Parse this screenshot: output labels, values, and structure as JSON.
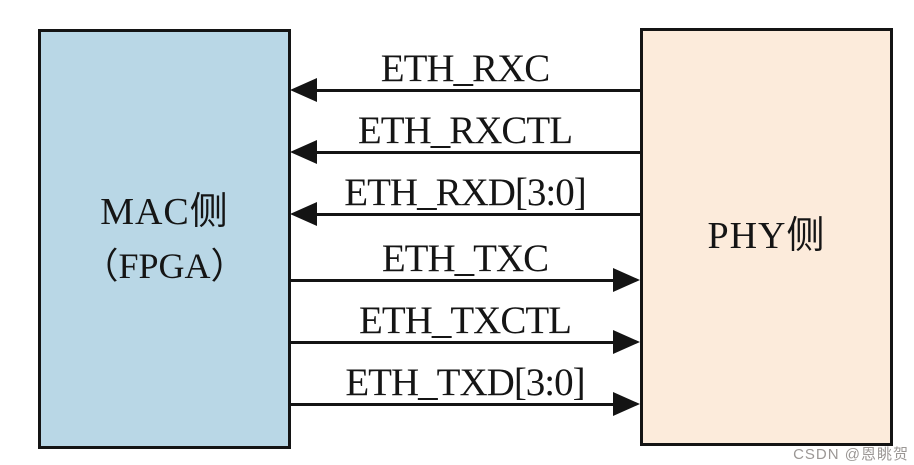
{
  "diagram": {
    "mac_box": {
      "title": "MAC侧",
      "subtitle": "（FPGA）"
    },
    "phy_box": {
      "title": "PHY侧"
    },
    "signals": [
      {
        "label": "ETH_RXC",
        "direction": "phy-to-mac"
      },
      {
        "label": "ETH_RXCTL",
        "direction": "phy-to-mac"
      },
      {
        "label": "ETH_RXD[3:0]",
        "direction": "phy-to-mac"
      },
      {
        "label": "ETH_TXC",
        "direction": "mac-to-phy"
      },
      {
        "label": "ETH_TXCTL",
        "direction": "mac-to-phy"
      },
      {
        "label": "ETH_TXD[3:0]",
        "direction": "mac-to-phy"
      }
    ],
    "colors": {
      "mac_box_fill": "#b9d7e6",
      "phy_box_fill": "#fcebdb",
      "line": "#141414",
      "background": "#ffffff"
    }
  },
  "watermark": "CSDN @恩眺贺"
}
